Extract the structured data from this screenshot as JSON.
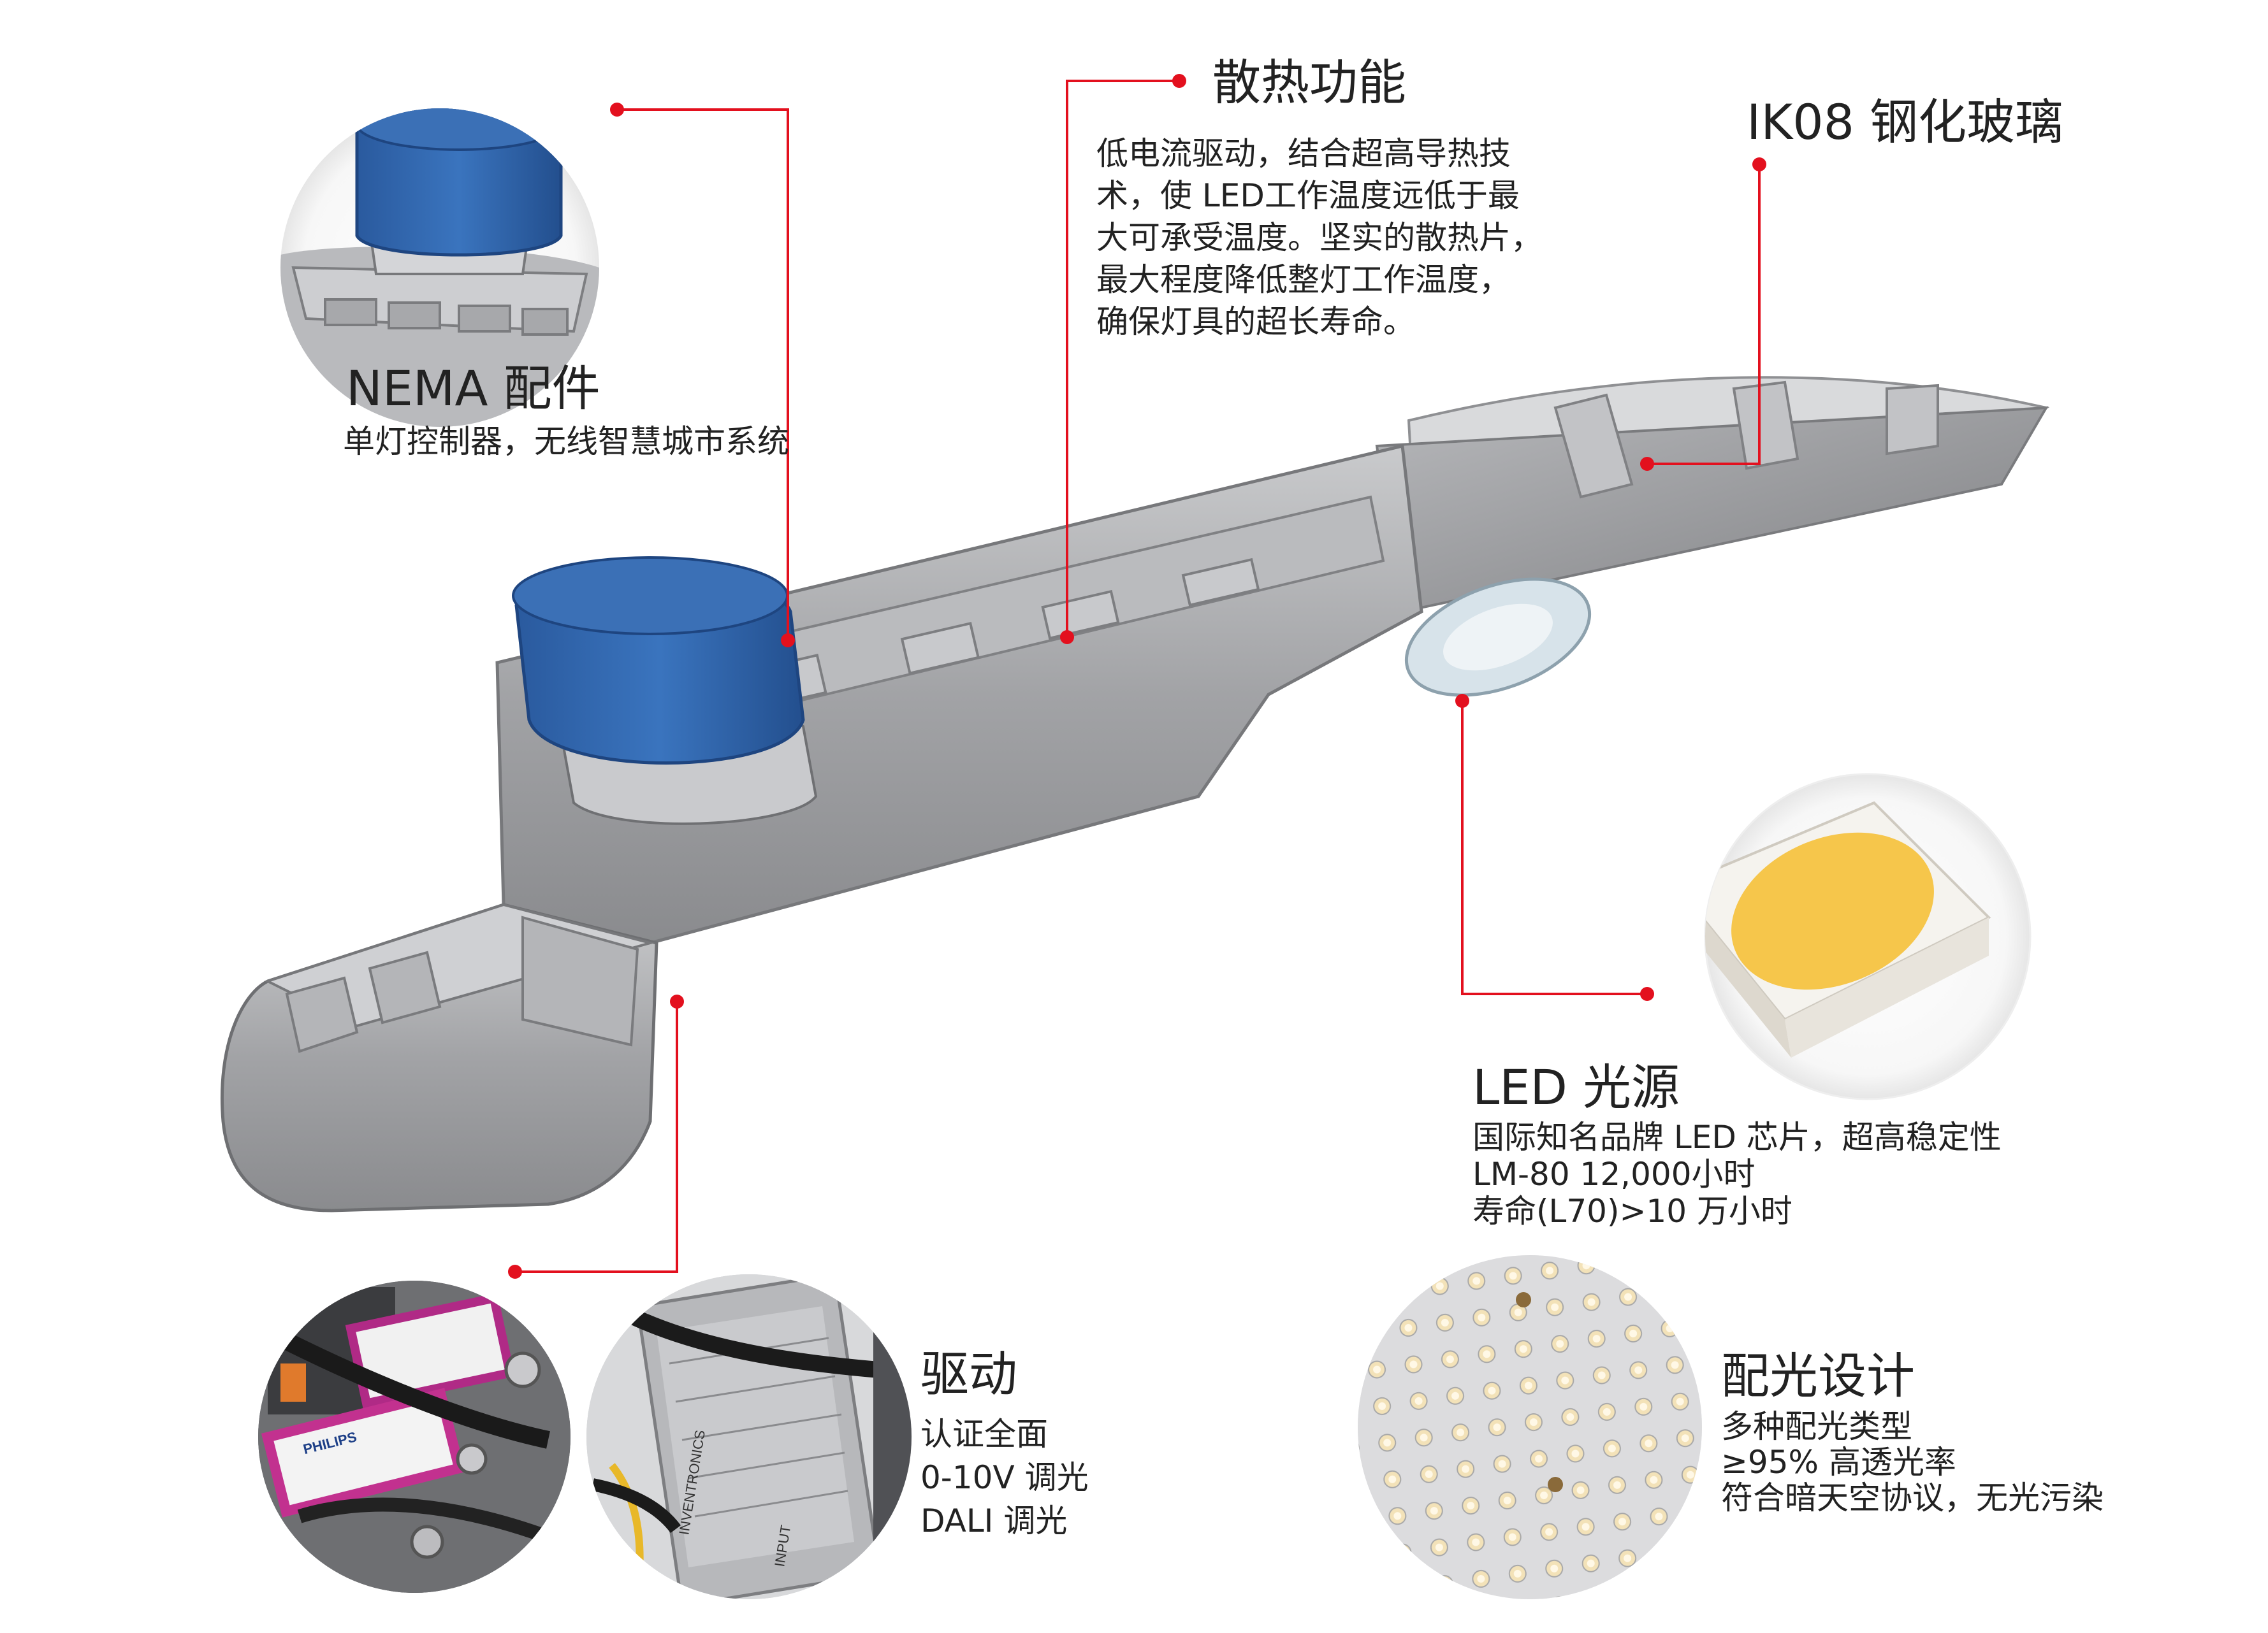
{
  "callouts": {
    "nema": {
      "title": "NEMA 配件",
      "lines": [
        "单灯控制器，无线智慧城市系统"
      ]
    },
    "heat": {
      "title": "散热功能",
      "lines": [
        "低电流驱动，结合超高导热技",
        "术，使 LED工作温度远低于最",
        "大可承受温度。坚实的散热片，",
        "最大程度降低整灯工作温度，",
        "确保灯具的超长寿命。"
      ]
    },
    "glass": {
      "title": "IK08 钢化玻璃"
    },
    "led": {
      "title": "LED 光源",
      "lines": [
        "国际知名品牌 LED 芯片，超高稳定性",
        "LM-80 12,000小时",
        "寿命(L70)>10 万小时"
      ]
    },
    "driver": {
      "title": "驱动",
      "lines": [
        "认证全面",
        "0-10V 调光",
        "DALI 调光"
      ]
    },
    "optics": {
      "title": "配光设计",
      "lines": [
        "多种配光类型",
        "≥95% 高透光率",
        "符合暗天空协议，无光污染"
      ]
    }
  },
  "driver_labels": {
    "brand_1": "PHILIPS",
    "brand_2": "INVENTRONICS",
    "input_label": "INPUT"
  },
  "colors": {
    "accent_red": "#e3101e",
    "housing_grey": "#9a9b9e",
    "sensor_blue": "#2f66ad",
    "led_yellow": "#f6c64b"
  }
}
